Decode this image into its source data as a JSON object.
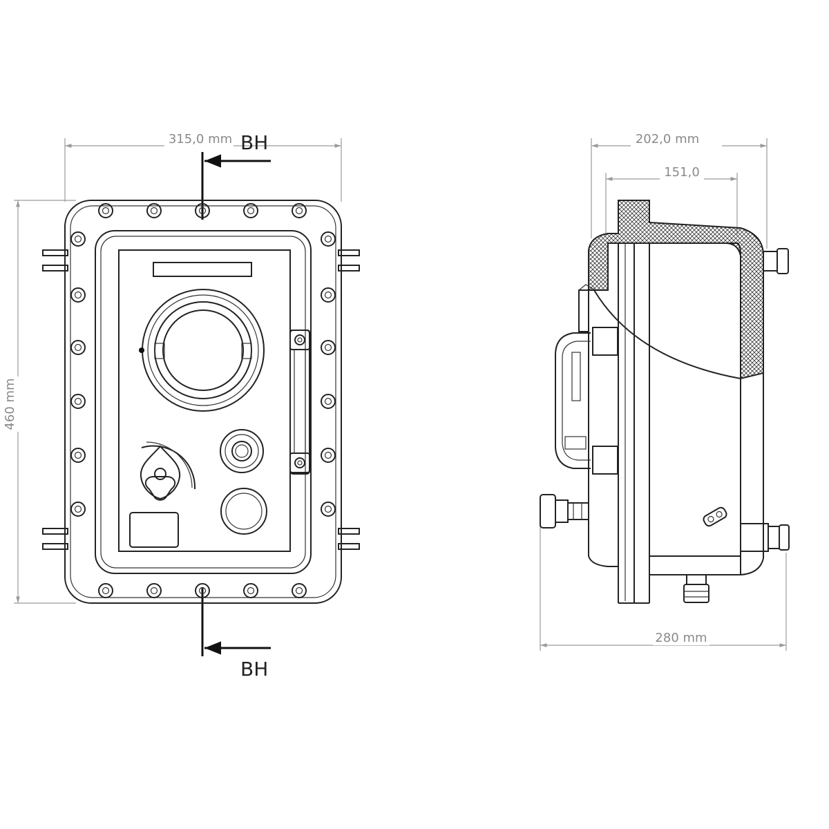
{
  "front_view": {
    "width_dim": "315,0 mm",
    "height_dim": "460 mm",
    "section_top": "BH",
    "section_bottom": "BH"
  },
  "side_view": {
    "depth_dim": "202,0 mm",
    "inner_dim": "151,0",
    "bottom_dim": "280 mm"
  }
}
